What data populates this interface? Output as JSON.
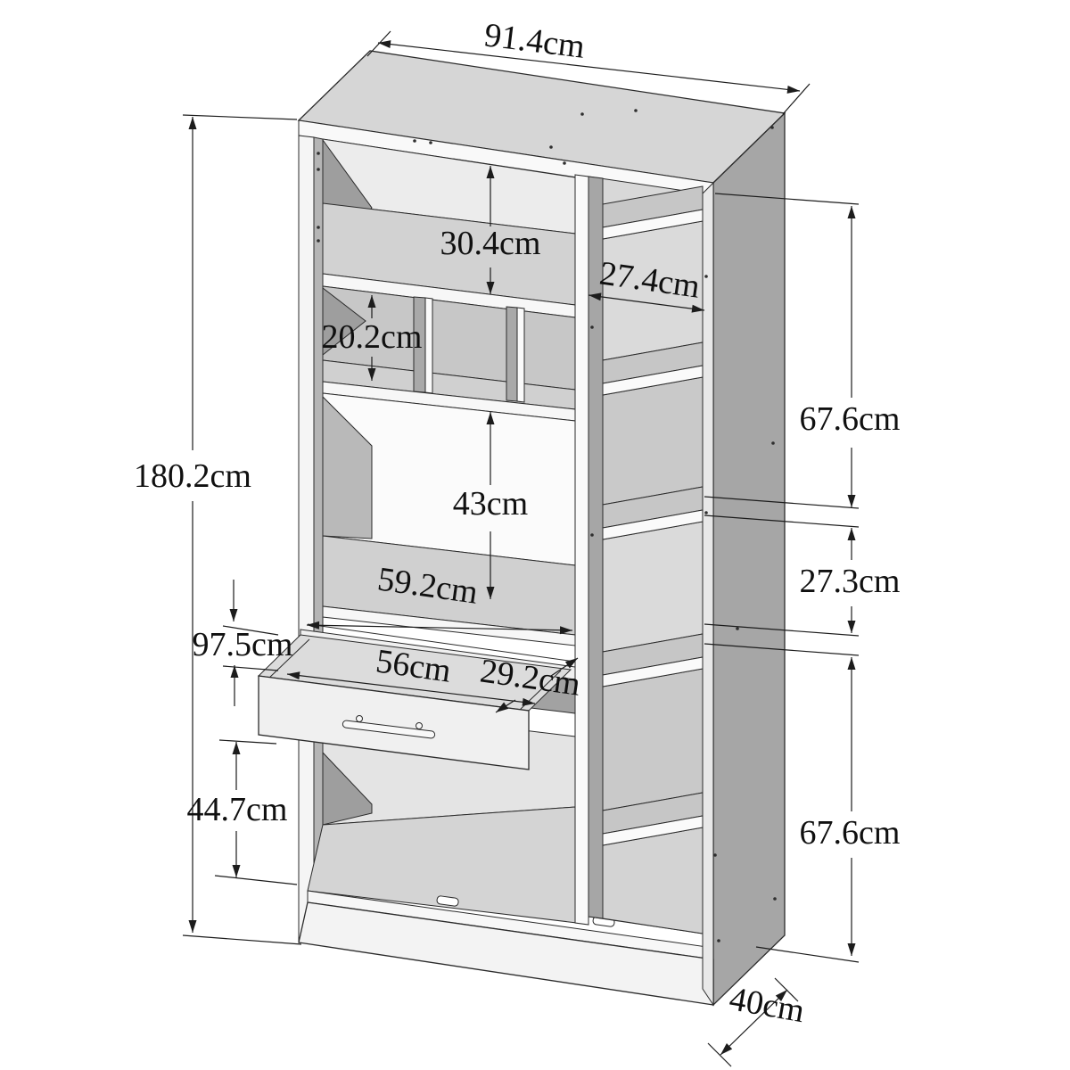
{
  "diagram": {
    "type": "furniture-dimension-diagram",
    "subject": "tall storage cabinet with open shelves and pull-out drawer",
    "unit": "cm",
    "dimensions": {
      "overall_width": {
        "label": "91.4cm",
        "orientation": "horizontal-top"
      },
      "overall_height": {
        "label": "180.2cm",
        "orientation": "vertical-left"
      },
      "overall_depth": {
        "label": "40cm",
        "orientation": "diagonal-bottom-right"
      },
      "top_compartment_height": {
        "label": "30.4cm",
        "orientation": "vertical-interior"
      },
      "cubby_height": {
        "label": "20.2cm",
        "orientation": "vertical-interior"
      },
      "right_shelf_width": {
        "label": "27.4cm",
        "orientation": "horizontal-interior"
      },
      "center_opening_height": {
        "label": "43cm",
        "orientation": "vertical-interior"
      },
      "left_interior_width": {
        "label": "59.2cm",
        "orientation": "horizontal-interior"
      },
      "right_upper_section": {
        "label": "67.6cm",
        "orientation": "vertical-right"
      },
      "right_middle_section": {
        "label": "27.3cm",
        "orientation": "vertical-right"
      },
      "right_lower_section": {
        "label": "67.6cm",
        "orientation": "vertical-right"
      },
      "tray_clearance": {
        "label": "97.5cm",
        "orientation": "vertical-left"
      },
      "drawer_width": {
        "label": "56cm",
        "orientation": "horizontal-interior"
      },
      "drawer_depth": {
        "label": "29.2cm",
        "orientation": "diagonal-interior"
      },
      "bottom_compartment_height": {
        "label": "44.7cm",
        "orientation": "vertical-left"
      }
    },
    "colors": {
      "line": "#2b2b2b",
      "dimension_line": "#1c1c1c",
      "top_face": "#d6d6d6",
      "side_outer": "#a6a6a6",
      "panel_front": "#f7f7f7",
      "interior_light": "#ececec",
      "interior_dark": "#9e9e9e",
      "background": "#ffffff"
    }
  }
}
